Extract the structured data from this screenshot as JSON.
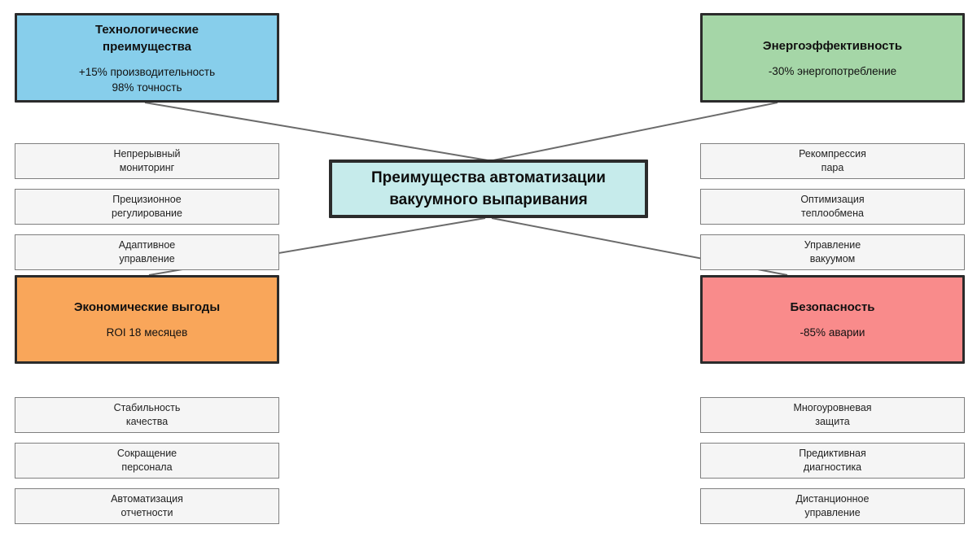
{
  "center": {
    "label": "Преимущества автоматизации\nвакуумного выпаривания",
    "color": "#c6ebeb"
  },
  "branches": [
    {
      "title": "Технологические\nпреимущества",
      "metrics": "+15% производительность\n98% точность",
      "color": "#87ceeb",
      "items": [
        "Непрерывный\nмониторинг",
        "Прецизионное\nрегулирование",
        "Адаптивное\nуправление"
      ]
    },
    {
      "title": "Энергоэффективность",
      "metrics": "-30% энергопотребление",
      "color": "#a5d6a7",
      "items": [
        "Рекомпрессия\nпара",
        "Оптимизация\nтеплообмена",
        "Управление\nвакуумом"
      ]
    },
    {
      "title": "Экономические выгоды",
      "metrics": "ROI 18 месяцев",
      "color": "#f9a65a",
      "items": [
        "Стабильность\nкачества",
        "Сокращение\nперсонала",
        "Автоматизация\nотчетности"
      ]
    },
    {
      "title": "Безопасность",
      "metrics": "-85% аварии",
      "color": "#f98b8b",
      "items": [
        "Многоуровневая\nзащита",
        "Предиктивная\nдиагностика",
        "Дистанционное\nуправление"
      ]
    }
  ],
  "colors": {
    "connector": "#6b6b6b",
    "node_border": "#2b2b2b",
    "item_bg": "#f5f5f5",
    "item_border": "#7f7f7f",
    "background": "#ffffff"
  }
}
